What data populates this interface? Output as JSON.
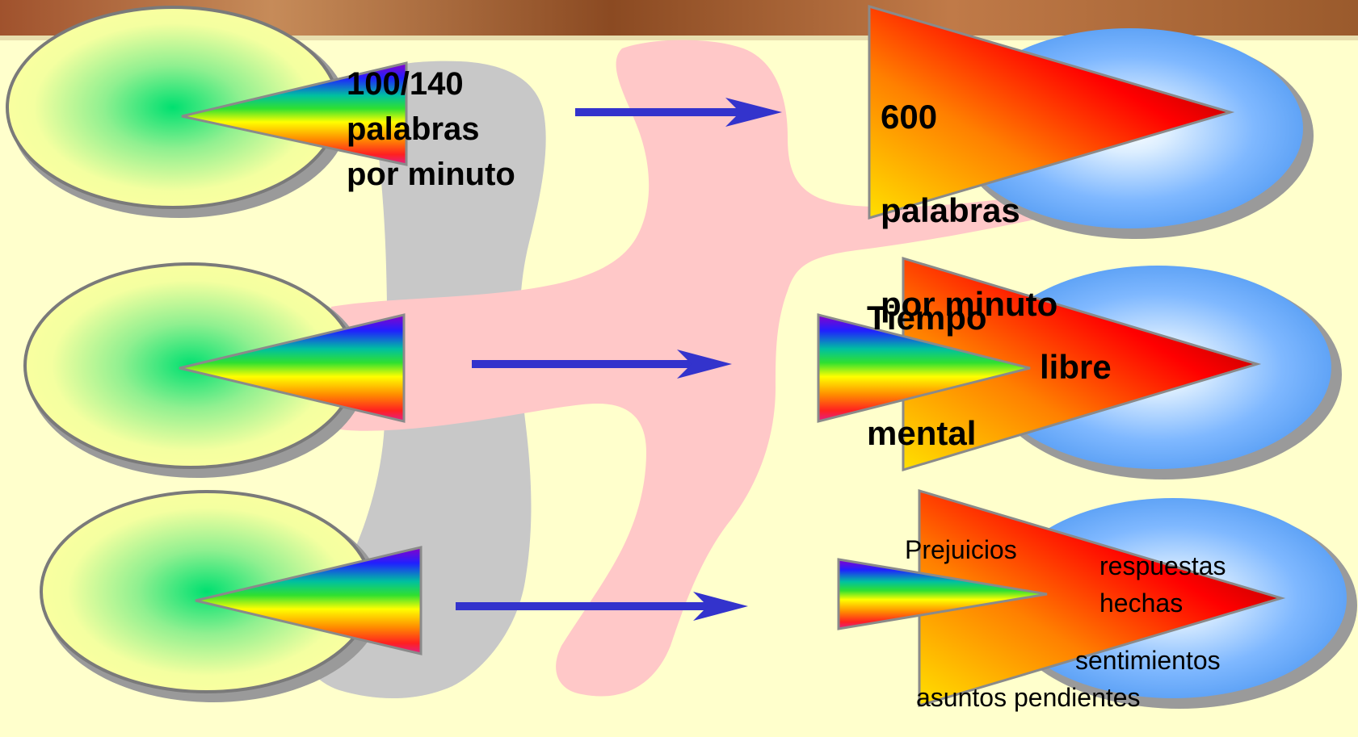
{
  "top_left": {
    "line1": "100/140",
    "line2": "palabras",
    "line3": "por minuto"
  },
  "top_right": {
    "line1": "600",
    "line2": "palabras",
    "line3": "por minuto"
  },
  "middle_right": {
    "word1": "Tiempo",
    "word2": "libre",
    "word3": "mental"
  },
  "bottom_right": {
    "item1": "Prejuicios",
    "item2": "respuestas\nhechas",
    "item3": "sentimientos",
    "item4": "asuntos pendientes"
  }
}
